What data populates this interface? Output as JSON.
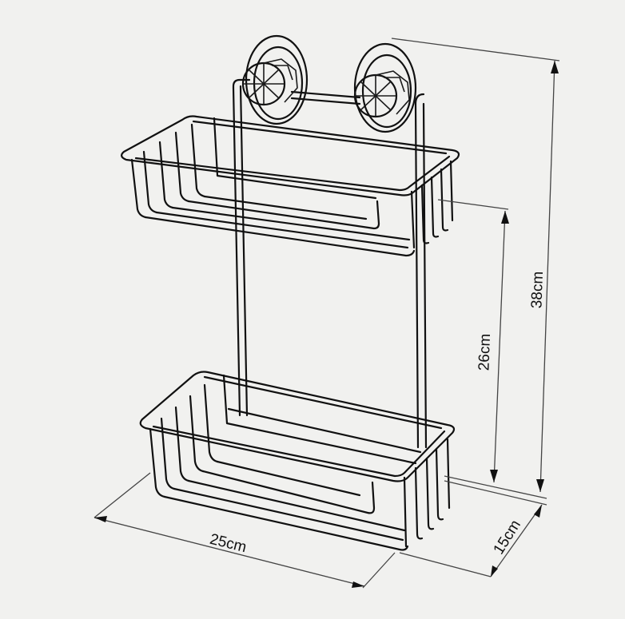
{
  "diagram": {
    "subject": "Two-tier wire shower caddy with two suction cups",
    "background_color": "#f1f1ef",
    "line_color": "#111111",
    "components": {
      "suction_cups": 2,
      "baskets": [
        "upper-basket",
        "lower-basket"
      ],
      "frame": "vertical rod frame connecting cups and baskets"
    },
    "dimensions": {
      "total_height": {
        "label": "38cm",
        "value": 38,
        "unit": "cm"
      },
      "shelf_spacing": {
        "label": "26cm",
        "value": 26,
        "unit": "cm"
      },
      "width": {
        "label": "25cm",
        "value": 25,
        "unit": "cm"
      },
      "depth": {
        "label": "15cm",
        "value": 15,
        "unit": "cm"
      }
    }
  }
}
